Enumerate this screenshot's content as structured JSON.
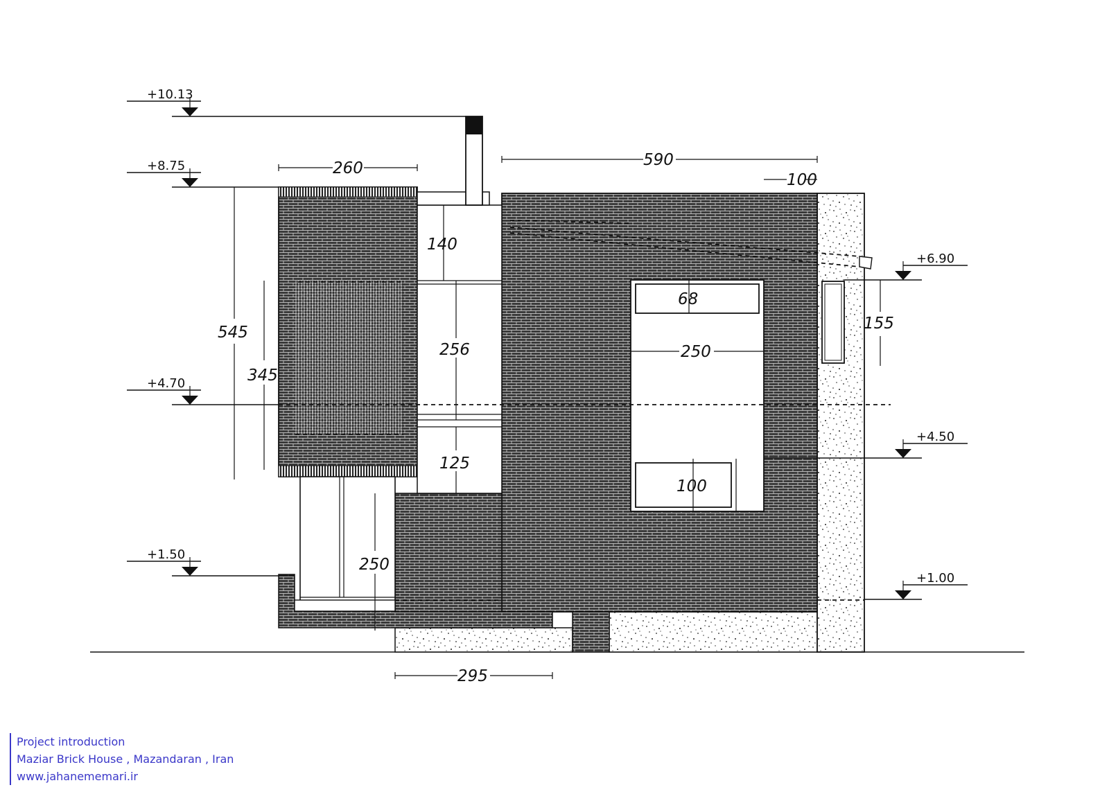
{
  "drawing": {
    "levels": {
      "l1013": "+10.13",
      "l875": "+8.75",
      "l470": "+4.70",
      "l150": "+1.50",
      "l690": "+6.90",
      "l450": "+4.50",
      "l100": "+1.00"
    },
    "dimensions": {
      "d260": "260",
      "d590": "590",
      "d100top": "100",
      "d140": "140",
      "d256": "256",
      "d125": "125",
      "d545": "545",
      "d345": "345",
      "d68": "68",
      "d250win": "250",
      "d100win": "100",
      "d155": "155",
      "d250door": "250",
      "d295": "295"
    },
    "colors": {
      "brick": "#3c3c3c",
      "line": "#111111",
      "caption": "#3a37c9"
    }
  },
  "caption": {
    "line1": "Project introduction",
    "line2": "Maziar Brick House , Mazandaran , Iran",
    "line3": "www.jahanememari.ir"
  }
}
